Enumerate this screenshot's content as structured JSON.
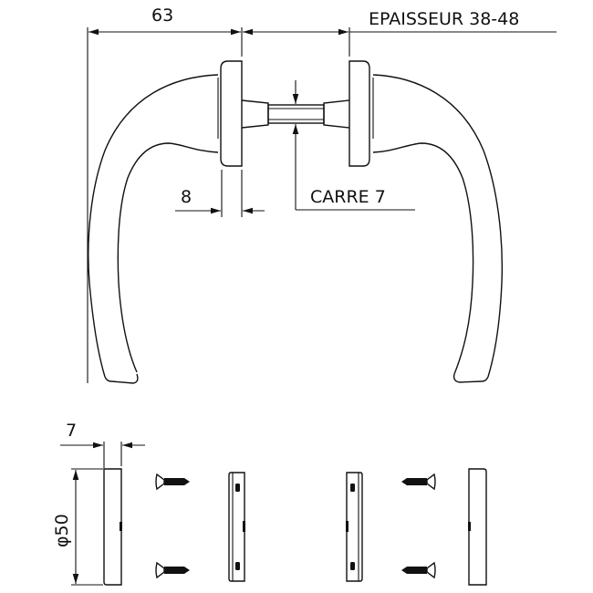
{
  "drawing": {
    "title": "Window handle pair technical drawing",
    "colors": {
      "line": "#111111",
      "background": "#ffffff"
    },
    "dimensions": {
      "handle_projection": "63",
      "door_thickness": "EPAISSEUR 38-48",
      "rose_thickness": "8",
      "spindle_square": "CARRE 7",
      "plate_thickness": "7",
      "plate_diameter": "φ50"
    },
    "parts": [
      {
        "name": "left-handle-with-rose"
      },
      {
        "name": "right-handle-with-rose"
      },
      {
        "name": "square-spindle"
      },
      {
        "name": "cover-plate-left"
      },
      {
        "name": "screw-pair-left"
      },
      {
        "name": "base-plate-left"
      },
      {
        "name": "base-plate-right"
      },
      {
        "name": "screw-pair-right"
      },
      {
        "name": "cover-plate-right"
      }
    ]
  }
}
